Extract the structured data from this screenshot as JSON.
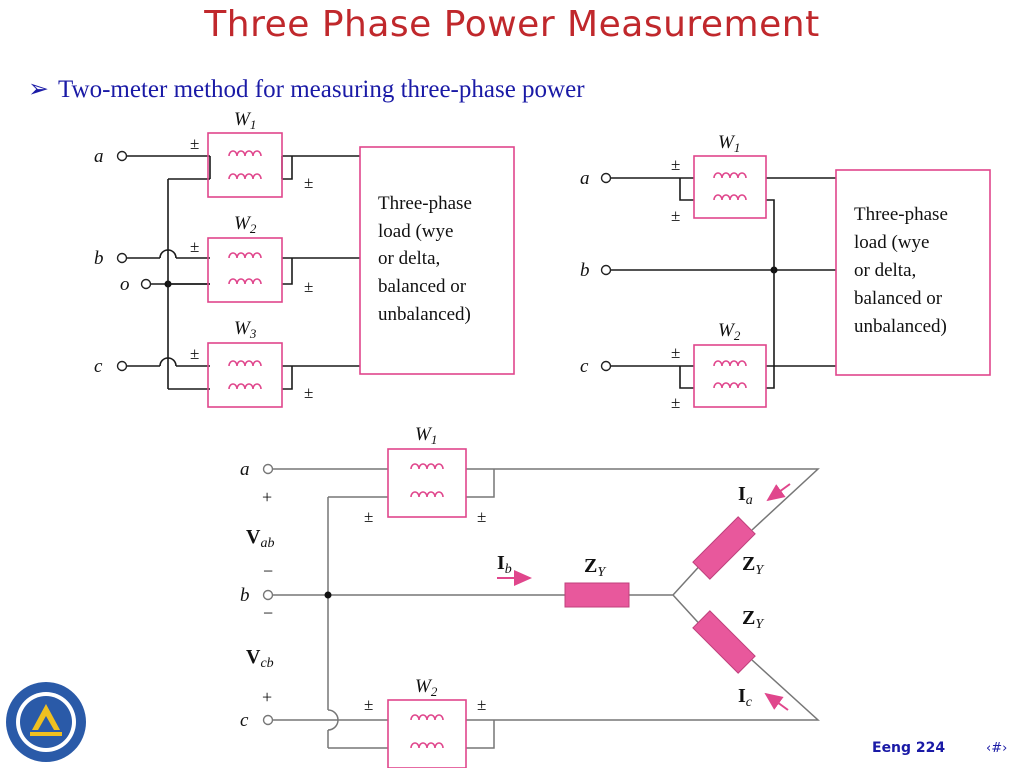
{
  "slide": {
    "title": "Three Phase Power Measurement",
    "bullet_text": "Two-meter method for measuring three-phase power",
    "bullet_mark": "➢",
    "footer": "Eeng 224",
    "page_number": "‹#›"
  },
  "diagram1": {
    "nodes": [
      "a",
      "b",
      "o",
      "c"
    ],
    "meters": [
      "W",
      "W",
      "W"
    ],
    "meter_subs": [
      "1",
      "2",
      "3"
    ],
    "pm": "±",
    "load_lines": [
      "Three-phase",
      "load (wye",
      "or delta,",
      "balanced or",
      "unbalanced)"
    ]
  },
  "diagram2": {
    "nodes": [
      "a",
      "b",
      "c"
    ],
    "meters": [
      "W",
      "W"
    ],
    "meter_subs": [
      "1",
      "2"
    ],
    "pm": "±",
    "load_lines": [
      "Three-phase",
      "load (wye",
      "or delta,",
      "balanced or",
      "unbalanced)"
    ]
  },
  "diagram3": {
    "nodes": [
      "a",
      "b",
      "c"
    ],
    "meters": [
      "W",
      "W"
    ],
    "meter_subs": [
      "1",
      "2"
    ],
    "pm": "±",
    "plus": "+",
    "minus": "−",
    "vab": "V",
    "vab_sub": "ab",
    "vcb": "V",
    "vcb_sub": "cb",
    "ia": "I",
    "ia_sub": "a",
    "ib": "I",
    "ib_sub": "b",
    "ic": "I",
    "ic_sub": "c",
    "z": "Z",
    "z_sub": "Y"
  },
  "colors": {
    "title": "#c0282c",
    "text": "#1a1aa6",
    "meter": "#e0468c",
    "impedance": "#e8589c"
  }
}
